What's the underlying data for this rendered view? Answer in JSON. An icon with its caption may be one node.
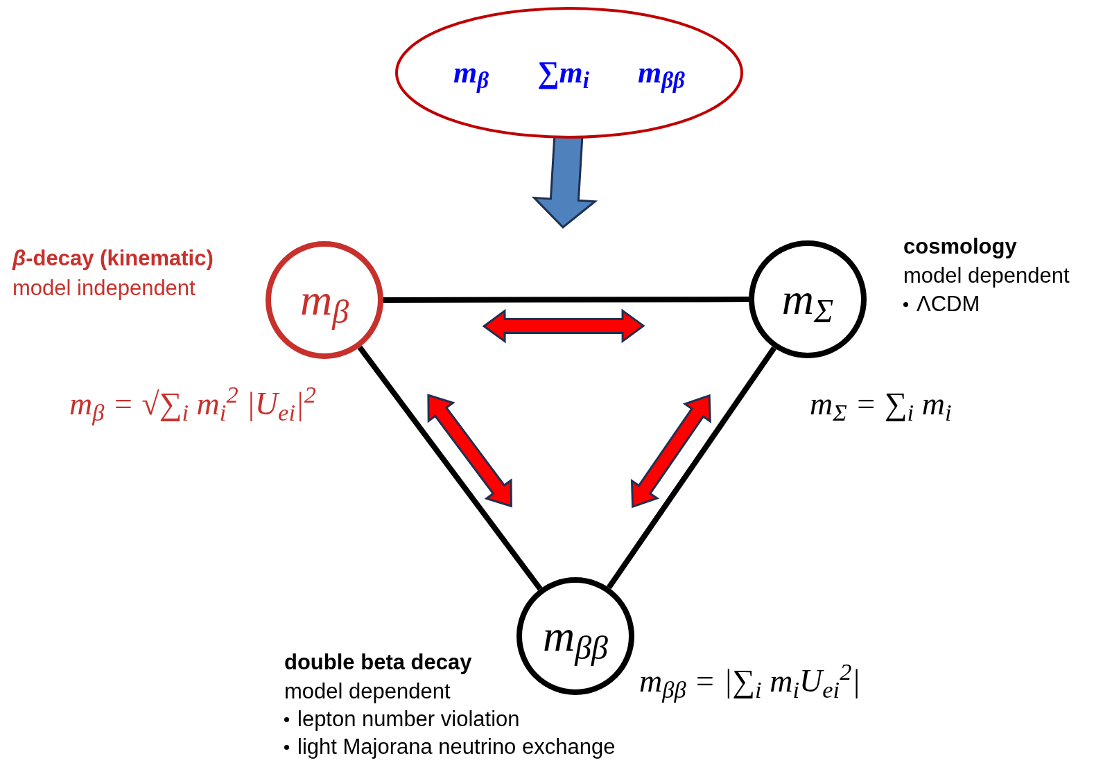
{
  "diagram": {
    "nodes": [
      {
        "text": [
          "m$_{β}$",
          "∑m$_{i}$",
          "m$_{ββ}$"
        ]
      },
      {
        "text": [
          "m$_{β}$"
        ],
        "beside": [
          "*β*-decay (kinematic)",
          "model independent",
          "m$_{β}$ = √∑$_{i}$ m$_{i}$$^{2}$ |U$_{ei}$|$^{2}$"
        ]
      },
      {
        "text": [
          "m$_{Σ}$"
        ],
        "beside": [
          "cosmology",
          "model dependent",
          "ΛCDM",
          "m$_{Σ}$ = ∑$_{i}$ m$_{i}$"
        ]
      },
      {
        "text": [
          "m$_{ββ}$"
        ],
        "beside": [
          "double beta decay",
          "model dependent",
          "lepton number violation",
          "light Majorana neutrino exchange",
          "m$_{ββ}$ = |∑$_{i}$ m$_{i}$U$_{ei}$$^{2}$|"
        ]
      }
    ],
    "edges": [
      {
        "from": 0,
        "to": null,
        "arrow": "to",
        "style": "thick",
        "color": "#4f81bd"
      },
      {
        "from": 1,
        "to": 2,
        "arrow": "none"
      },
      {
        "from": 1,
        "to": 3,
        "arrow": "none"
      },
      {
        "from": 2,
        "to": 3,
        "arrow": "none"
      },
      {
        "from": 1,
        "to": 2,
        "arrow": "both",
        "style": "thick",
        "color": "#ff0000"
      },
      {
        "from": 1,
        "to": 3,
        "arrow": "both",
        "style": "thick",
        "color": "#ff0000"
      },
      {
        "from": 2,
        "to": 3,
        "arrow": "both",
        "style": "thick",
        "color": "#ff0000"
      }
    ]
  }
}
